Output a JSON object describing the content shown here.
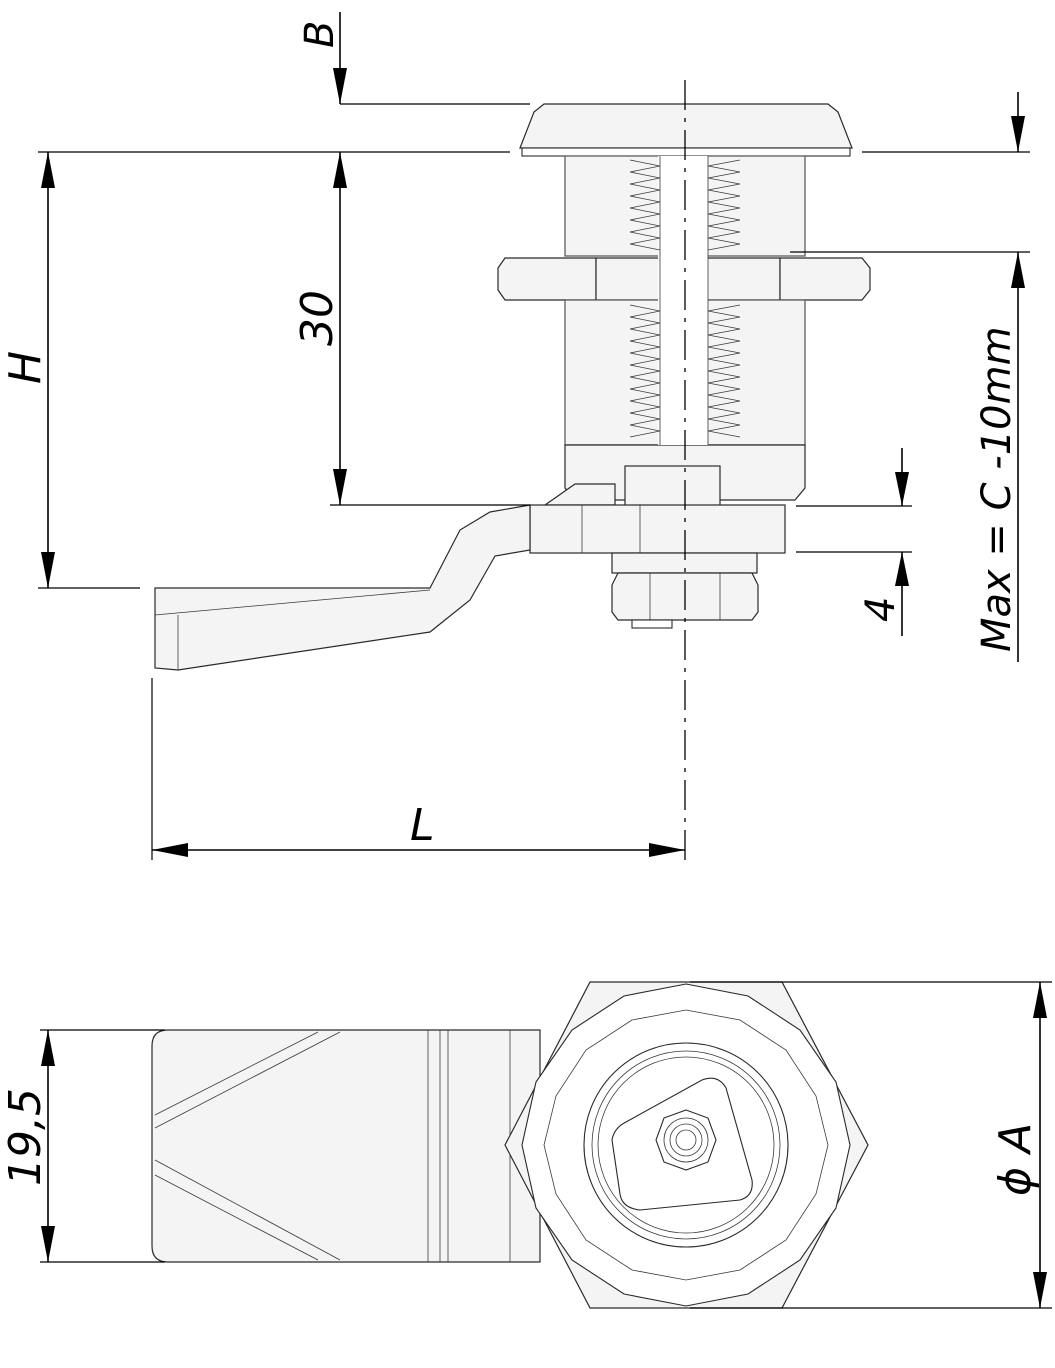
{
  "labels": {
    "b": "B",
    "thirty": "30",
    "h": "H",
    "max": "Max = C -10mm",
    "four": "4",
    "l": "L",
    "nineteen": "19,5",
    "dia_a": "ϕ A"
  }
}
